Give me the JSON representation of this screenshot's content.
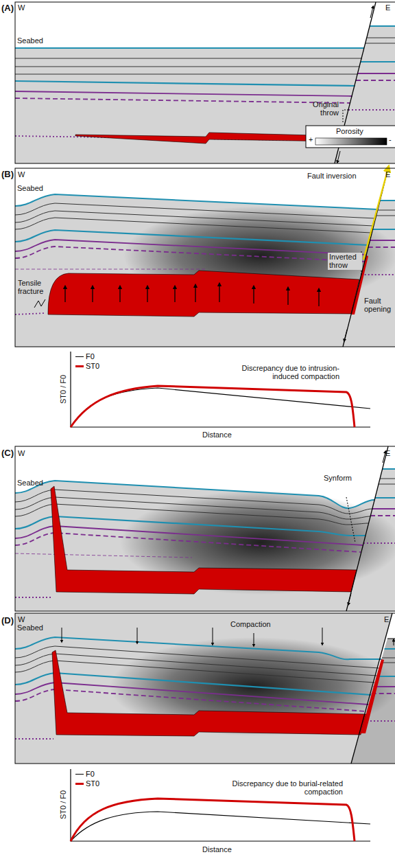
{
  "diagram": {
    "labels": [
      "(A)",
      "W",
      "E",
      "Seabed",
      "Original throw",
      "Porosity",
      "+",
      "-",
      "(B)",
      "W",
      "E",
      "Seabed",
      "Fault inversion",
      "Inverted throw",
      "Tensile fracture",
      "Fault opening",
      "ST0 / F0",
      "Discrepancy due to intrusion-induced compaction",
      "Distance",
      "(C)",
      "W",
      "E",
      "Seabed",
      "Synform",
      "(D)",
      "W",
      "E",
      "Seabed",
      "Compaction",
      "ST0 / F0",
      "Discrepancy due to burial-related compaction",
      "Distance"
    ],
    "legend": [
      {
        "text": "F0"
      },
      {
        "text": "ST0"
      },
      {
        "text": "F0"
      },
      {
        "text": "ST0"
      }
    ]
  }
}
